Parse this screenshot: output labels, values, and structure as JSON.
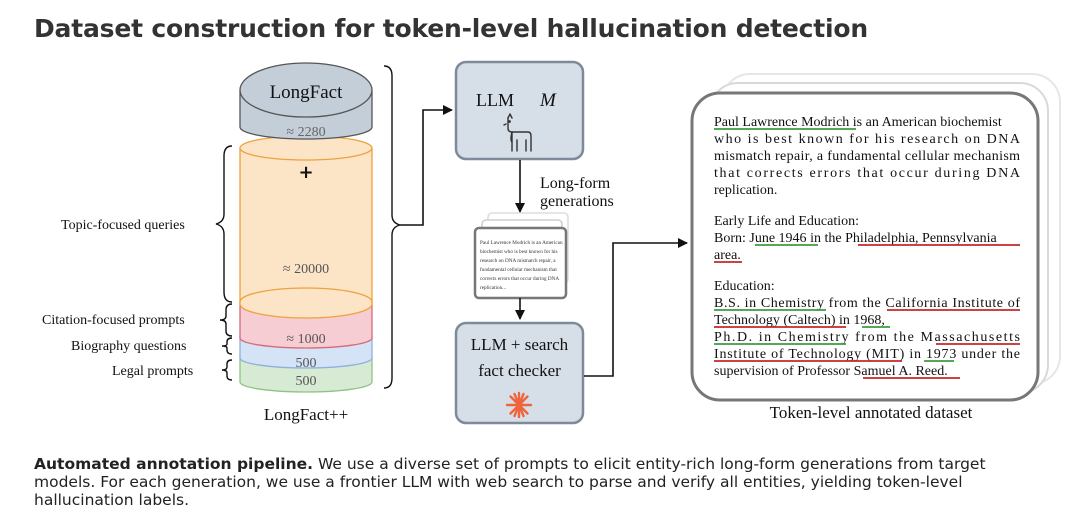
{
  "title": "Dataset construction for token-level hallucination detection",
  "colors": {
    "longfact_fill": "#C4CED9",
    "topic_fill": "#FCE4C7",
    "topic_stroke": "#EEA13C",
    "citation_fill": "#F6CDD3",
    "citation_stroke": "#D46A7A",
    "biography_fill": "#D4E3F5",
    "biography_stroke": "#8CB2DD",
    "legal_fill": "#D7EAD3",
    "legal_stroke": "#8FC485",
    "box_fill": "#D6DEE8",
    "box_stroke": "#7D8A99",
    "green_underline": "#3E9C3E",
    "red_underline": "#C62828",
    "spark": "#F0643C"
  },
  "dataset": {
    "longfact_label": "LongFact",
    "longfact_count": "≈ 2280",
    "plus": "+",
    "topic_count": "≈ 20000",
    "citation_count": "≈ 1000",
    "biography_count": "500",
    "legal_count": "500",
    "name": "LongFact++",
    "labels": {
      "topic": "Topic-focused queries",
      "citation": "Citation-focused prompts",
      "biography": "Biography questions",
      "legal": "Legal prompts"
    }
  },
  "llm_box": {
    "label": "LLM",
    "symbol": "M",
    "icon": "llama-icon"
  },
  "generations_label": [
    "Long-form",
    "generations"
  ],
  "mini_doc": [
    "Paul Lawrence Modrich is an American",
    "biochemist who is best known for his",
    "research on DNA mismatch repair, a",
    "fundamental cellular mechanism that",
    "corrects errors that occur during DNA",
    "replication..."
  ],
  "checker_box": {
    "line1": "LLM + search",
    "line2": "fact checker",
    "icon": "sparkle-icon"
  },
  "annotated_doc": {
    "p1": {
      "entity": "Paul Lawrence Modrich",
      "l1_rest": " is an American biochemist",
      "l2": "who is best known for his research on DNA",
      "l3": "mismatch repair, a fundamental cellular mechanism",
      "l4": "that corrects errors that occur during DNA",
      "l5": "replication."
    },
    "p2": {
      "heading": "Early Life and Education:",
      "born": "Born: ",
      "date": "June 1946",
      "in": " in the ",
      "place": "Philadelphia, Pennsylvania",
      "place2": "area."
    },
    "p3": {
      "heading": "Education:",
      "bs": "B.S. in Chemistry",
      "from_the": " from the ",
      "caltech1": "California Institute of",
      "caltech2": "Technology (Caltech)",
      "in": " in ",
      "y1968": "1968",
      "comma": ",",
      "phd": "Ph.D. in Chemistry",
      "from_the2": " from the ",
      "mit1": "Massachusetts",
      "mit2": "Institute of Technology (MIT)",
      "in2": " in ",
      "y1973": "1973",
      "under": " under the",
      "supervision": "supervision of Professor ",
      "professor": "Samuel A. Reed",
      "period": "."
    },
    "label": "Token-level annotated dataset"
  },
  "caption": {
    "bold": "Automated annotation pipeline.",
    "text": " We use a diverse set of prompts to elicit entity-rich long-form generations from target models. For each generation, we use a frontier LLM with web search to parse and verify all entities, yielding token-level hallucination labels."
  }
}
